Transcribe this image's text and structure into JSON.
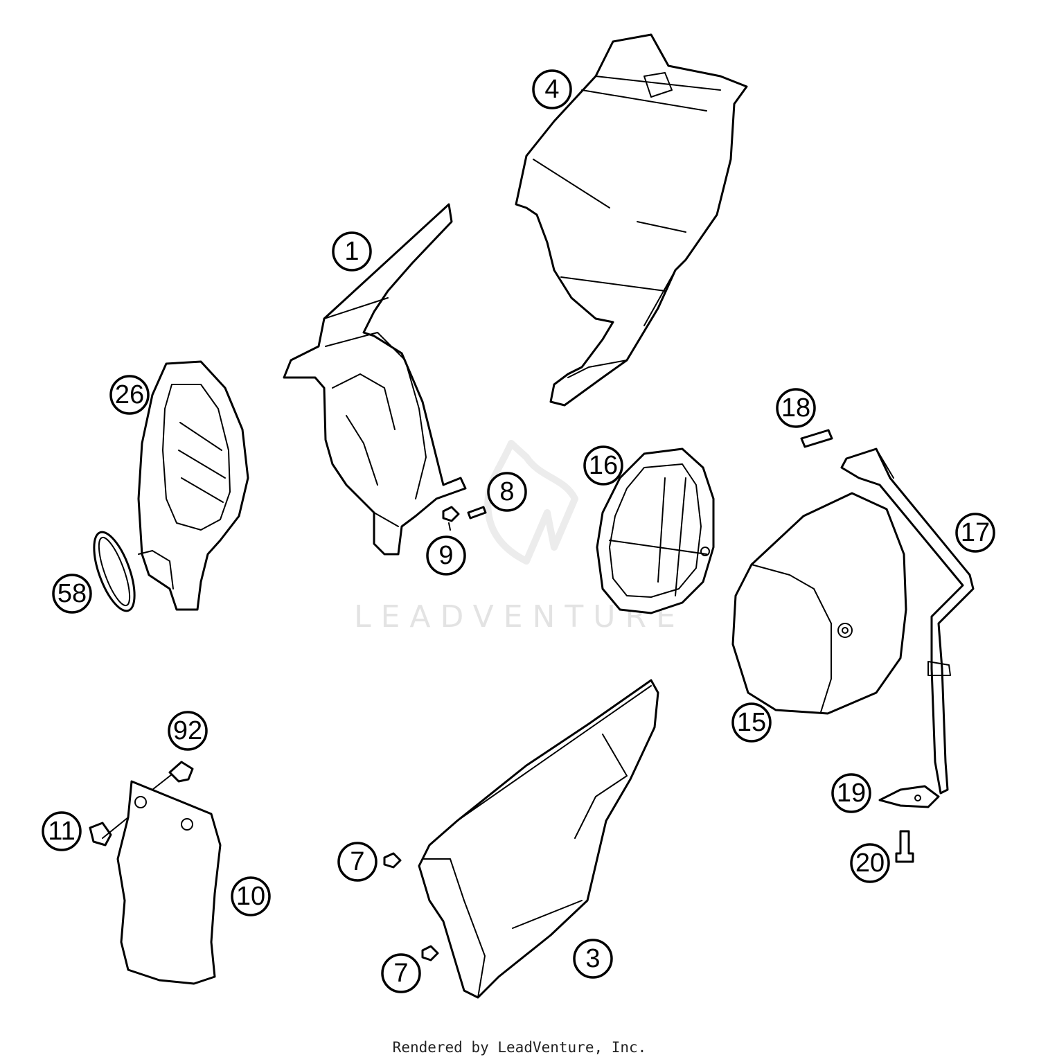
{
  "diagram": {
    "callouts": {
      "c1": "1",
      "c3": "3",
      "c4": "4",
      "c7a": "7",
      "c7b": "7",
      "c8": "8",
      "c9": "9",
      "c10": "10",
      "c11": "11",
      "c15": "15",
      "c16": "16",
      "c17": "17",
      "c18": "18",
      "c19": "19",
      "c20": "20",
      "c26": "26",
      "c58": "58",
      "c92": "92"
    },
    "watermark": "LEADVENTURE"
  },
  "footer": {
    "text": "Rendered by LeadVenture, Inc."
  }
}
